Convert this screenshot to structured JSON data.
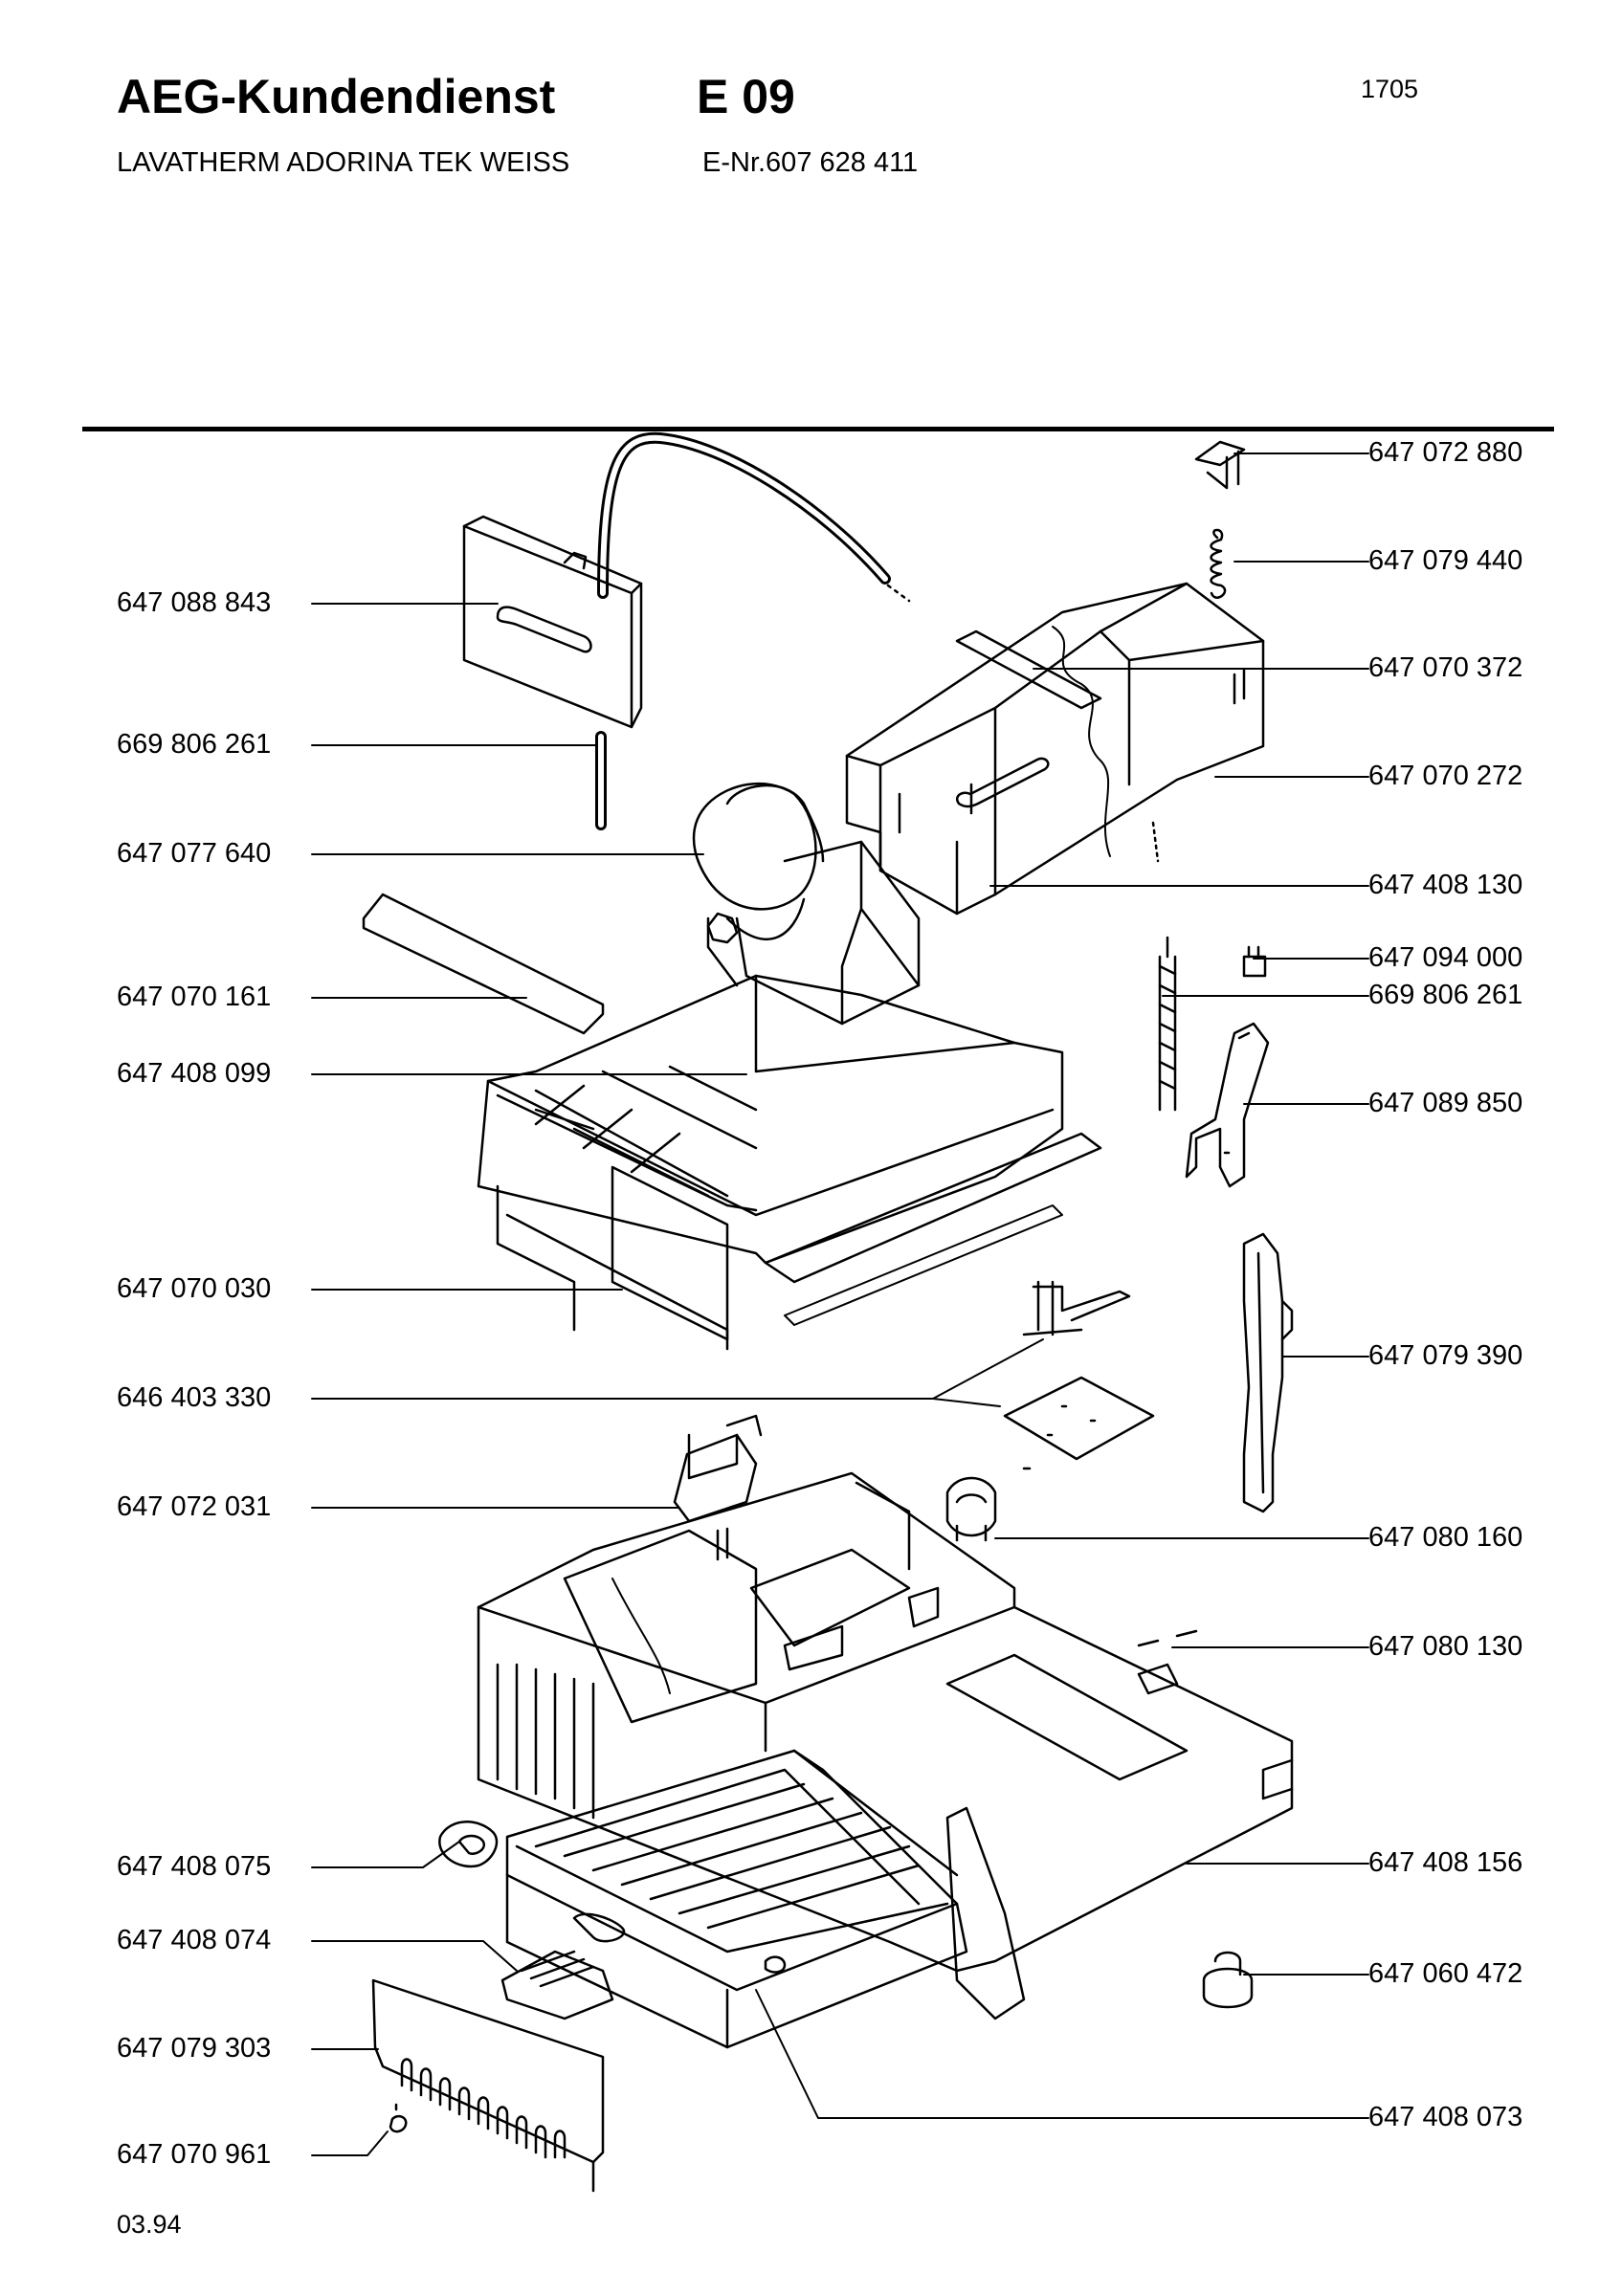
{
  "header": {
    "service_title": "AEG-Kundendienst",
    "section_code": "E 09",
    "page_number": "1705",
    "model_name": "LAVATHERM ADORINA TEK WEISS",
    "product_number": "E-Nr.607 628 411"
  },
  "footer": {
    "date_code": "03.94"
  },
  "parts_left": [
    "647 088 843",
    "669 806 261",
    "647 077 640",
    "647 070 161",
    "647 408 099",
    "647 070 030",
    "646 403 330",
    "647 072 031",
    "647 408 075",
    "647 408 074",
    "647 079 303",
    "647 070 961"
  ],
  "parts_right": [
    "647 072 880",
    "647 079 440",
    "647 070 372",
    "647 070 272",
    "647 408 130",
    "647 094 000",
    "669 806 261",
    "647 089 850",
    "647 079 390",
    "647 080 160",
    "647 080 130",
    "647 408 156",
    "647 060 472",
    "647 408 073"
  ]
}
